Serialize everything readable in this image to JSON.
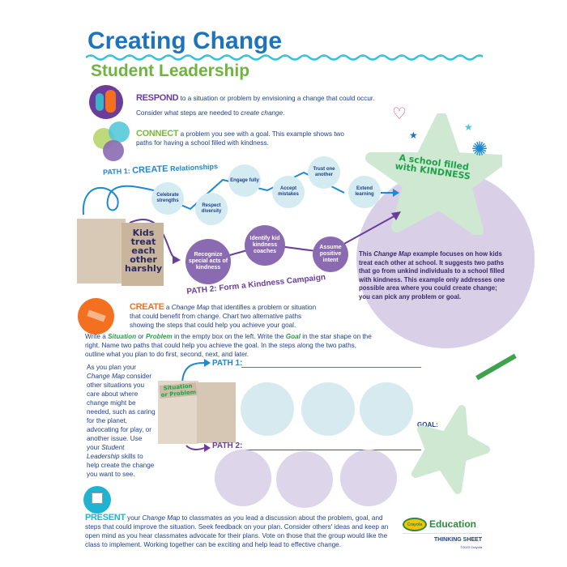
{
  "header": {
    "title": "Creating Change",
    "subtitle": "Student Leadership"
  },
  "respond": {
    "badge": "RESPOND",
    "keyword": "RESPOND",
    "text": " to a situation or problem by envisioning a change that could occur. Consider what steps are needed to ",
    "italic": "create change",
    "end": "."
  },
  "connect": {
    "badge": "CONNECT",
    "keyword": "CONNECT",
    "text": " a problem you see with a goal. This example shows two paths for having a school filled with kindness."
  },
  "example": {
    "path1_label_prefix": "PATH 1: ",
    "path1_label_strong": "CREATE",
    "path1_label_rest": " Relationships",
    "path1_steps": [
      "Celebrate strengths",
      "Respect diversity",
      "Engage fully",
      "Accept mistakes",
      "Trust one another",
      "Extend learning"
    ],
    "problem": "Kids treat each other harshly",
    "path2_steps": [
      "Recognize special acts of kindness",
      "Identify kid kindness coaches",
      "Assume positive intent"
    ],
    "path2_label": "PATH 2: Form a Kindness Campaign",
    "goal": "A school filled with KINDNESS",
    "note_pre": "This ",
    "note_italic": "Change Map",
    "note_rest": " example focuses on how kids treat each other at school. It suggests two paths that go from unkind individuals to a school filled with kindness. This example only addresses one possible area where you could create change; you can pick any problem or goal."
  },
  "create": {
    "badge": "CREATE",
    "keyword": "CREATE",
    "pre": " a ",
    "italic": "Change Map",
    "text": " that identifies a problem or situation that could benefit from change.  Chart two alternative paths showing the steps that could help you achieve your goal."
  },
  "instructions": {
    "p1": "Write a ",
    "sit": "Situation",
    "or": " or ",
    "prob": "Problem",
    "p2": " in the empty box on the left. Write the ",
    "goal": "Goal",
    "p3": " in the star shape on the right. Name two paths that could help you achieve the goal. In the steps along the two paths, outline what you plan  to do first, second, next, and later."
  },
  "side_note": {
    "a": "As you plan your ",
    "b": "Change Map",
    "c": " consider other situations you care about where change might be needed, such as caring for the planet, advocating for play, or another issue. Use your ",
    "d": "Student Leadership",
    "e": " skills to help create the change you want to see."
  },
  "worksheet": {
    "box_label": "Situation or Problem",
    "path1": "PATH 1:",
    "path2": "PATH 2:",
    "goal": "GOAL:"
  },
  "present": {
    "badge": "PRESENT",
    "keyword": "PRESENT",
    "pre": " your ",
    "italic": "Change Map",
    "text": " to classmates as you lead a discussion about the problem, goal, and steps that could improve the situation. Seek feedback on your plan. Consider others' ideas and keep an open mind as you hear classmates advocate for their plans. Vote on those that the group would like the class to implement. Working together can be exciting and help lead to effective change."
  },
  "footer": {
    "logo": "Crayola",
    "brand": "Education",
    "sheet": "THINKING SHEET",
    "copyright": "©2023 Crayola"
  }
}
